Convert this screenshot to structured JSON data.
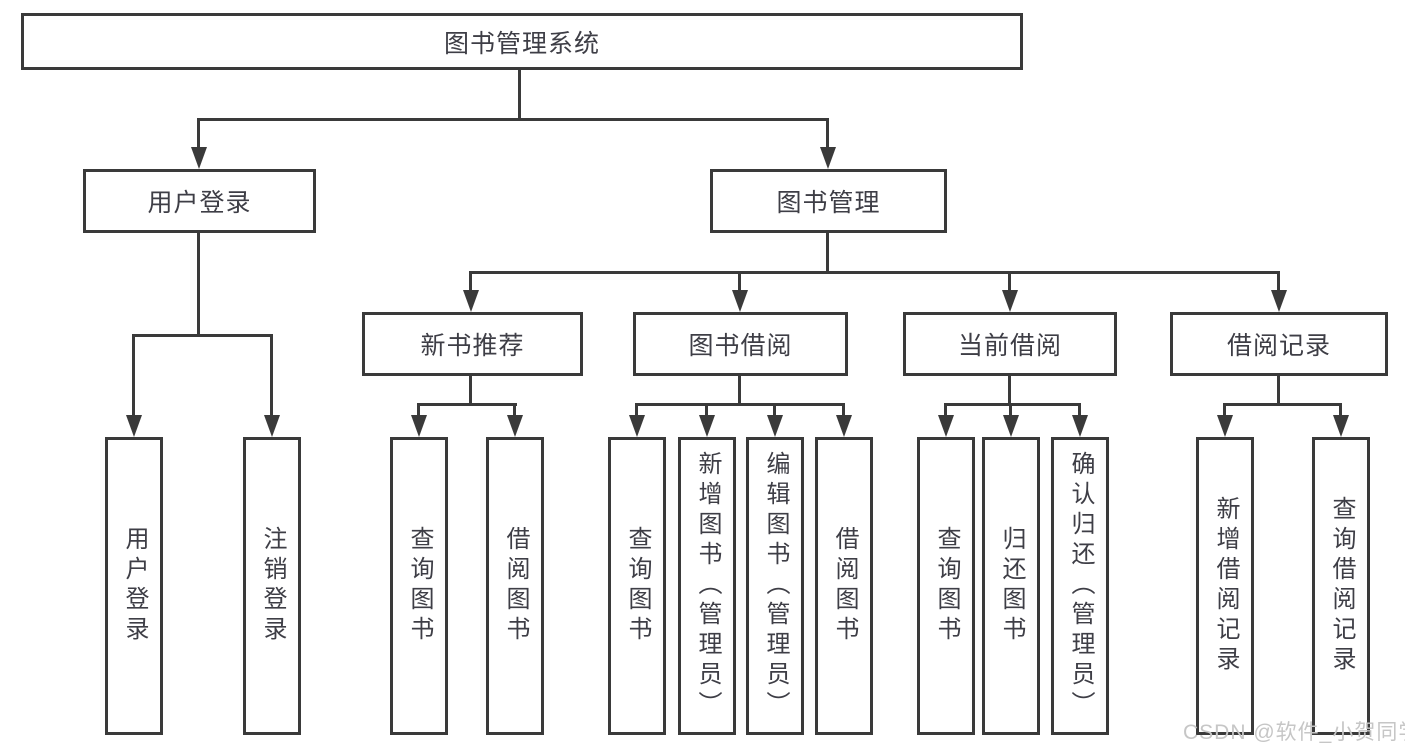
{
  "diagram": {
    "type": "tree-structure-chart",
    "title": "图书管理系统"
  },
  "nodes": {
    "root": {
      "label": "图书管理系统"
    },
    "user_login": {
      "label": "用户登录"
    },
    "book_mgmt": {
      "label": "图书管理"
    },
    "new_book_rec": {
      "label": "新书推荐"
    },
    "book_borrow": {
      "label": "图书借阅"
    },
    "current_borrow": {
      "label": "当前借阅"
    },
    "borrow_record": {
      "label": "借阅记录"
    },
    "leaf_user_login": {
      "label": "用户登录"
    },
    "leaf_logout_login": {
      "label": "注销登录"
    },
    "leaf_query_book_rec": {
      "label": "查询图书"
    },
    "leaf_borrow_book_rec": {
      "label": "借阅图书"
    },
    "leaf_query_book_borrow": {
      "label": "查询图书"
    },
    "leaf_add_book_admin": {
      "label": "新增图书（管理员）"
    },
    "leaf_edit_book_admin": {
      "label": "编辑图书（管理员）"
    },
    "leaf_borrow_book_borrow": {
      "label": "借阅图书"
    },
    "leaf_query_book_current": {
      "label": "查询图书"
    },
    "leaf_return_book": {
      "label": "归还图书"
    },
    "leaf_confirm_return_admin": {
      "label": "确认归还（管理员）"
    },
    "leaf_add_borrow_record": {
      "label": "新增借阅记录"
    },
    "leaf_query_borrow_record": {
      "label": "查询借阅记录"
    }
  },
  "hierarchy": {
    "root": [
      "user_login",
      "book_mgmt"
    ],
    "user_login": [
      "leaf_user_login",
      "leaf_logout_login"
    ],
    "book_mgmt": [
      "new_book_rec",
      "book_borrow",
      "current_borrow",
      "borrow_record"
    ],
    "new_book_rec": [
      "leaf_query_book_rec",
      "leaf_borrow_book_rec"
    ],
    "book_borrow": [
      "leaf_query_book_borrow",
      "leaf_add_book_admin",
      "leaf_edit_book_admin",
      "leaf_borrow_book_borrow"
    ],
    "current_borrow": [
      "leaf_query_book_current",
      "leaf_return_book",
      "leaf_confirm_return_admin"
    ],
    "borrow_record": [
      "leaf_add_borrow_record",
      "leaf_query_borrow_record"
    ]
  },
  "watermark": {
    "text": "CSDN @软件_小贺同学",
    "color": "#c6c6c6"
  },
  "colors": {
    "line": "#3a3a3a",
    "text": "#3e3e46",
    "background": "#ffffff"
  }
}
